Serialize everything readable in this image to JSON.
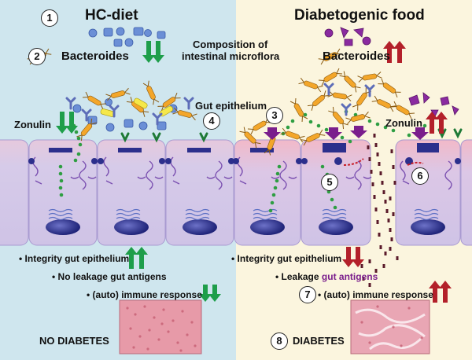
{
  "left": {
    "title": "HC-diet",
    "bacteroides_label": "Bacteroides",
    "zonulin_label": "Zonulin",
    "bottom": {
      "integrity": "• Integrity gut epithelium",
      "leakage": "• No leakage gut antigens",
      "immune": "• (auto) immune response",
      "outcome": "NO DIABETES"
    }
  },
  "right": {
    "title": "Diabetogenic food",
    "bacteroides_label": "Bacteroides",
    "zonulin_label": "Zonulin",
    "bottom": {
      "integrity": "• Integrity gut epithelium",
      "leakage_prefix": "• Leakage",
      "leakage_highlight": "gut antigens",
      "immune": "• (auto) immune response",
      "outcome": "DIABETES"
    }
  },
  "center": {
    "composition_line1": "Composition of",
    "composition_line2": "intestinal microflora",
    "gut_epithelium": "Gut epithelium"
  },
  "steps": [
    "1",
    "2",
    "3",
    "4",
    "5",
    "6",
    "7",
    "8"
  ],
  "colors": {
    "left_bg": "#cfe6ee",
    "right_bg": "#fbf5de",
    "down_arrow": "#1e9e4a",
    "up_arrow": "#b3202a",
    "cell_fill": "#d4c7e8",
    "nucleus": "#2c2f8c",
    "purple_accent": "#7a1e8c"
  },
  "icons": [
    "green-down-arrows-icon",
    "red-up-arrows-icon",
    "bacteria-icon",
    "nucleus-icon",
    "tight-junction-icon",
    "tissue-histology-icon"
  ]
}
